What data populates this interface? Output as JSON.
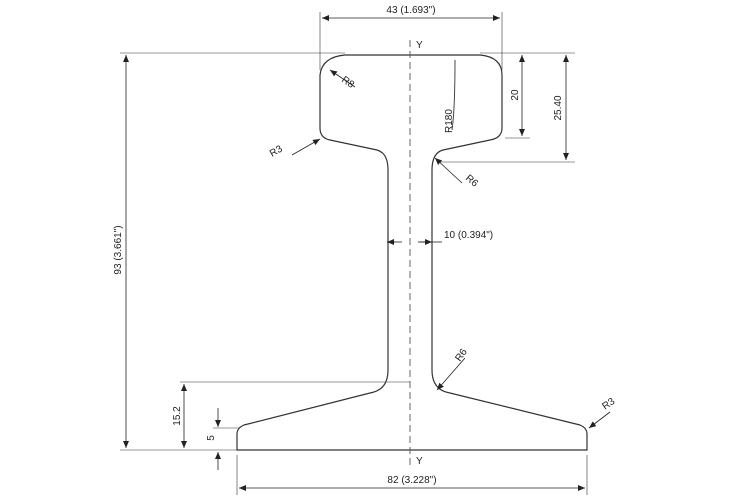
{
  "axis": {
    "top_label": "Y",
    "bottom_label": "Y"
  },
  "dimensions": {
    "head_width": "43 (1.693\")",
    "total_height": "93 (3.661\")",
    "head_depth": "20",
    "head_to_fishing": "25.40",
    "web_thickness": "10 (0.394\")",
    "base_height": "15.2",
    "base_edge": "5",
    "base_width": "82 (3.228\")"
  },
  "radii": {
    "head_corner": "R8",
    "crown": "R180",
    "head_underside": "R3",
    "web_top_fillet": "R6",
    "web_bottom_fillet": "R6",
    "base_tip": "R3"
  },
  "colors": {
    "line": "#222222",
    "centerline": "#555555",
    "background": "#ffffff"
  }
}
